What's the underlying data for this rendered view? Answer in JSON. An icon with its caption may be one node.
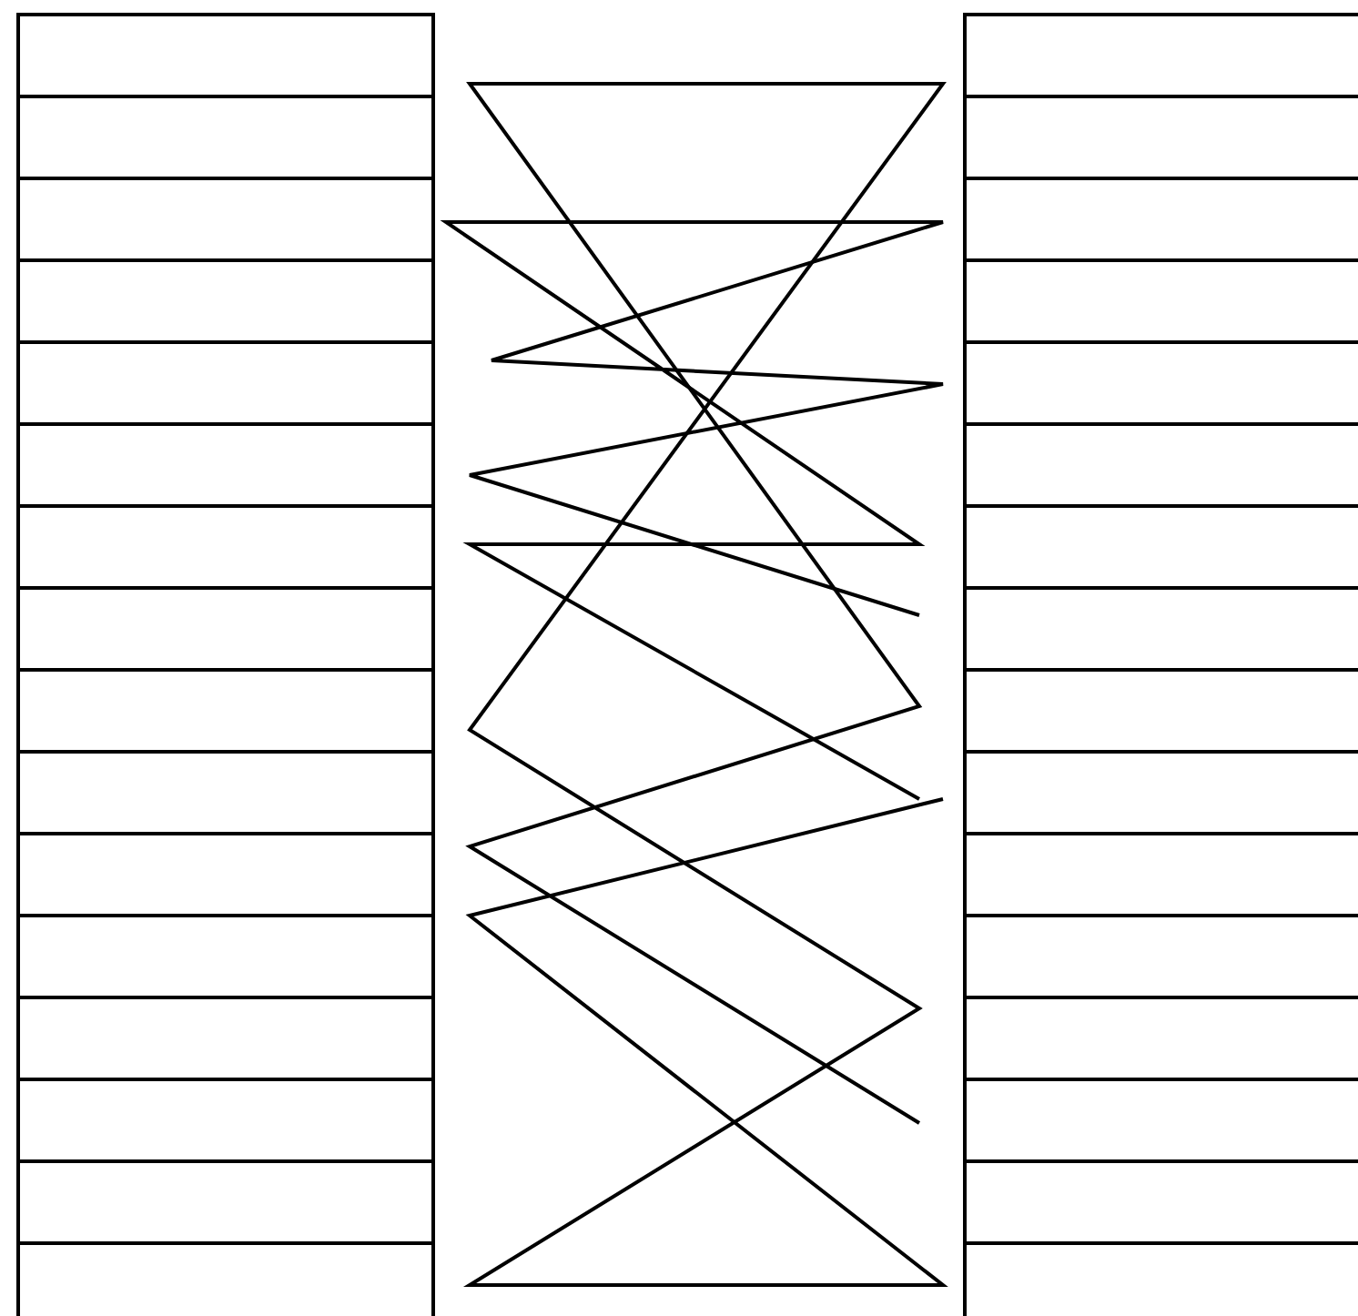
{
  "diagram": {
    "nodes": [
      {
        "text": [],
        "shape": "box"
      },
      {
        "text": [],
        "shape": "box"
      },
      {
        "text": [],
        "shape": "box"
      },
      {
        "text": [],
        "shape": "box"
      },
      {
        "text": [],
        "shape": "box"
      },
      {
        "text": [],
        "shape": "box"
      },
      {
        "text": [],
        "shape": "box"
      },
      {
        "text": [],
        "shape": "box"
      },
      {
        "text": [],
        "shape": "box"
      },
      {
        "text": [],
        "shape": "box"
      },
      {
        "text": [],
        "shape": "box"
      },
      {
        "text": [],
        "shape": "box"
      },
      {
        "text": [],
        "shape": "box"
      },
      {
        "text": [],
        "shape": "box"
      },
      {
        "text": [],
        "shape": "box"
      },
      {
        "text": [],
        "shape": "box"
      },
      {
        "text": [],
        "shape": "box"
      },
      {
        "text": [],
        "shape": "box"
      },
      {
        "text": [],
        "shape": "box"
      },
      {
        "text": [],
        "shape": "box"
      },
      {
        "text": [],
        "shape": "box"
      },
      {
        "text": [],
        "shape": "box"
      },
      {
        "text": [],
        "shape": "box"
      },
      {
        "text": [],
        "shape": "box"
      },
      {
        "text": [],
        "shape": "box"
      },
      {
        "text": [],
        "shape": "box"
      },
      {
        "text": [],
        "shape": "box"
      },
      {
        "text": [],
        "shape": "box"
      },
      {
        "text": [],
        "shape": "box"
      },
      {
        "text": [],
        "shape": "box"
      },
      {
        "text": [],
        "shape": "box"
      },
      {
        "text": [],
        "shape": "box"
      }
    ]
  }
}
